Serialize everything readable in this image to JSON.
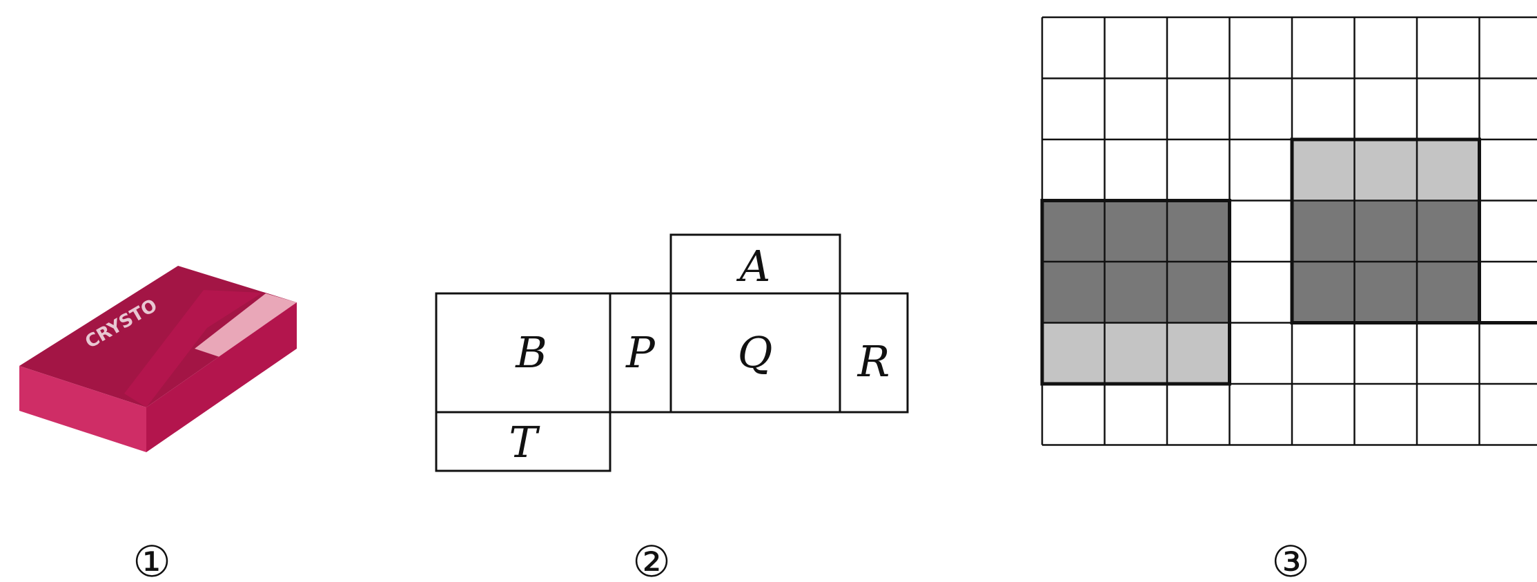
{
  "figures": [
    {
      "label": "①",
      "object": "pink-box",
      "colors": {
        "front": "#cf2d66",
        "side": "#b3154d",
        "top": "#a31545",
        "stripe": "#e9a7b8",
        "brand_text": "#e8c7d2"
      },
      "brand_text": "CRYSTO"
    },
    {
      "label": "②",
      "faces": [
        {
          "id": "A",
          "label": "A"
        },
        {
          "id": "B",
          "label": "B"
        },
        {
          "id": "P",
          "label": "P"
        },
        {
          "id": "Q",
          "label": "Q"
        },
        {
          "id": "R",
          "label": "R"
        },
        {
          "id": "T",
          "label": "T"
        }
      ]
    },
    {
      "label": "③",
      "grid": {
        "columns": 9,
        "rows": 7
      },
      "shaded_cells": [
        {
          "row": 2,
          "col": 4,
          "shade": "light"
        },
        {
          "row": 2,
          "col": 5,
          "shade": "light"
        },
        {
          "row": 2,
          "col": 6,
          "shade": "light"
        },
        {
          "row": 3,
          "col": 0,
          "shade": "dark"
        },
        {
          "row": 3,
          "col": 1,
          "shade": "dark"
        },
        {
          "row": 3,
          "col": 2,
          "shade": "dark"
        },
        {
          "row": 3,
          "col": 4,
          "shade": "dark"
        },
        {
          "row": 3,
          "col": 5,
          "shade": "dark"
        },
        {
          "row": 3,
          "col": 6,
          "shade": "dark"
        },
        {
          "row": 4,
          "col": 0,
          "shade": "dark"
        },
        {
          "row": 4,
          "col": 1,
          "shade": "dark"
        },
        {
          "row": 4,
          "col": 2,
          "shade": "dark"
        },
        {
          "row": 4,
          "col": 4,
          "shade": "dark"
        },
        {
          "row": 4,
          "col": 5,
          "shade": "dark"
        },
        {
          "row": 4,
          "col": 6,
          "shade": "dark"
        },
        {
          "row": 5,
          "col": 0,
          "shade": "light"
        },
        {
          "row": 5,
          "col": 1,
          "shade": "light"
        },
        {
          "row": 5,
          "col": 2,
          "shade": "light"
        }
      ],
      "colors": {
        "dark": "#787878",
        "light": "#c4c4c4"
      }
    }
  ]
}
